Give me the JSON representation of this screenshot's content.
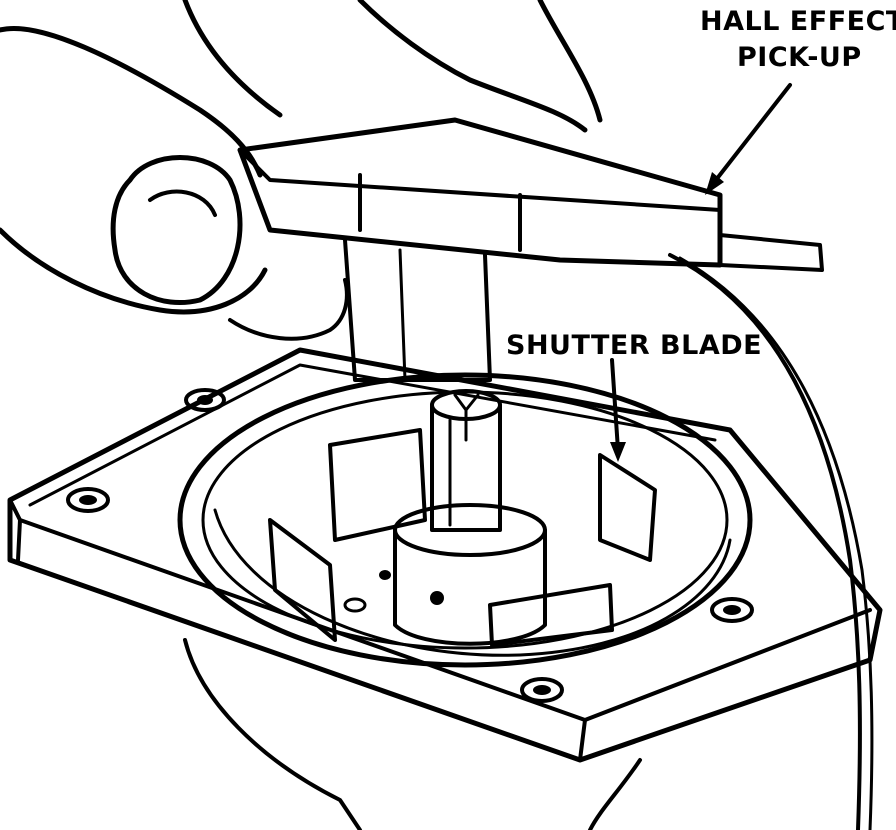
{
  "labels": {
    "hall_effect_line1": "HALL EFFECT",
    "hall_effect_line2": "PICK-UP",
    "shutter_blade": "SHUTTER BLADE"
  }
}
